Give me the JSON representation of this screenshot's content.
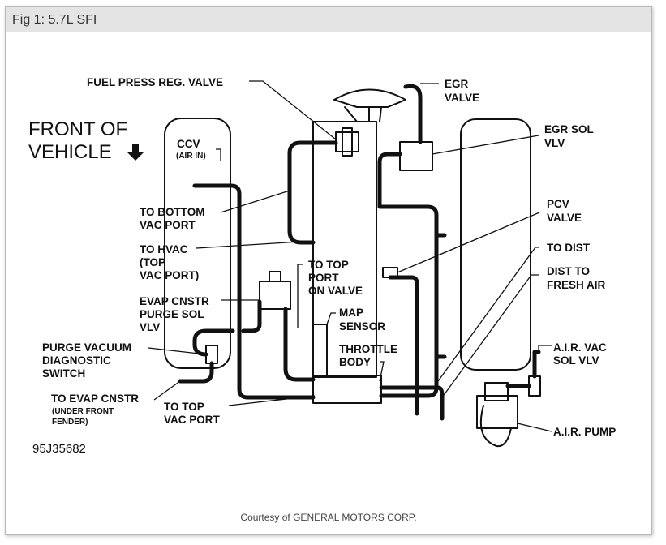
{
  "figure": {
    "title": "Fig 1: 5.7L SFI",
    "credit": "Courtesy of GENERAL MOTORS CORP.",
    "diagram_id": "95J35682"
  },
  "front_label": {
    "line1": "FRONT OF",
    "line2": "VEHICLE"
  },
  "labels": {
    "fuel_press_reg_valve": "FUEL PRESS REG. VALVE",
    "egr_valve_1": "EGR",
    "egr_valve_2": "VALVE",
    "egr_sol_vlv_1": "EGR SOL",
    "egr_sol_vlv_2": "VLV",
    "ccv_1": "CCV",
    "ccv_2": "(AIR IN)",
    "to_bottom_vac_port_1": "TO BOTTOM",
    "to_bottom_vac_port_2": "VAC PORT",
    "pcv_valve_1": "PCV",
    "pcv_valve_2": "VALVE",
    "to_hvac_1": "TO HVAC",
    "to_hvac_2": "(TOP",
    "to_hvac_3": "VAC PORT)",
    "to_dist": "TO DIST",
    "to_top_port_on_valve_1": "TO TOP",
    "to_top_port_on_valve_2": "PORT",
    "to_top_port_on_valve_3": "ON VALVE",
    "dist_to_fresh_air_1": "DIST TO",
    "dist_to_fresh_air_2": "FRESH AIR",
    "evap_cnstr_purge_sol_vlv_1": "EVAP CNSTR",
    "evap_cnstr_purge_sol_vlv_2": "PURGE SOL",
    "evap_cnstr_purge_sol_vlv_3": "VLV",
    "map_sensor_1": "MAP",
    "map_sensor_2": "SENSOR",
    "purge_vacuum_diag_switch_1": "PURGE VACUUM",
    "purge_vacuum_diag_switch_2": "DIAGNOSTIC",
    "purge_vacuum_diag_switch_3": "SWITCH",
    "throttle_body_1": "THROTTLE",
    "throttle_body_2": "BODY",
    "air_vac_sol_vlv_1": "A.I.R. VAC",
    "air_vac_sol_vlv_2": "SOL VLV",
    "to_evap_cnstr_1": "TO EVAP CNSTR",
    "to_evap_cnstr_2": "(UNDER FRONT",
    "to_evap_cnstr_3": "FENDER)",
    "to_top_vac_port_1": "TO TOP",
    "to_top_vac_port_2": "VAC PORT",
    "air_pump": "A.I.R. PUMP"
  }
}
